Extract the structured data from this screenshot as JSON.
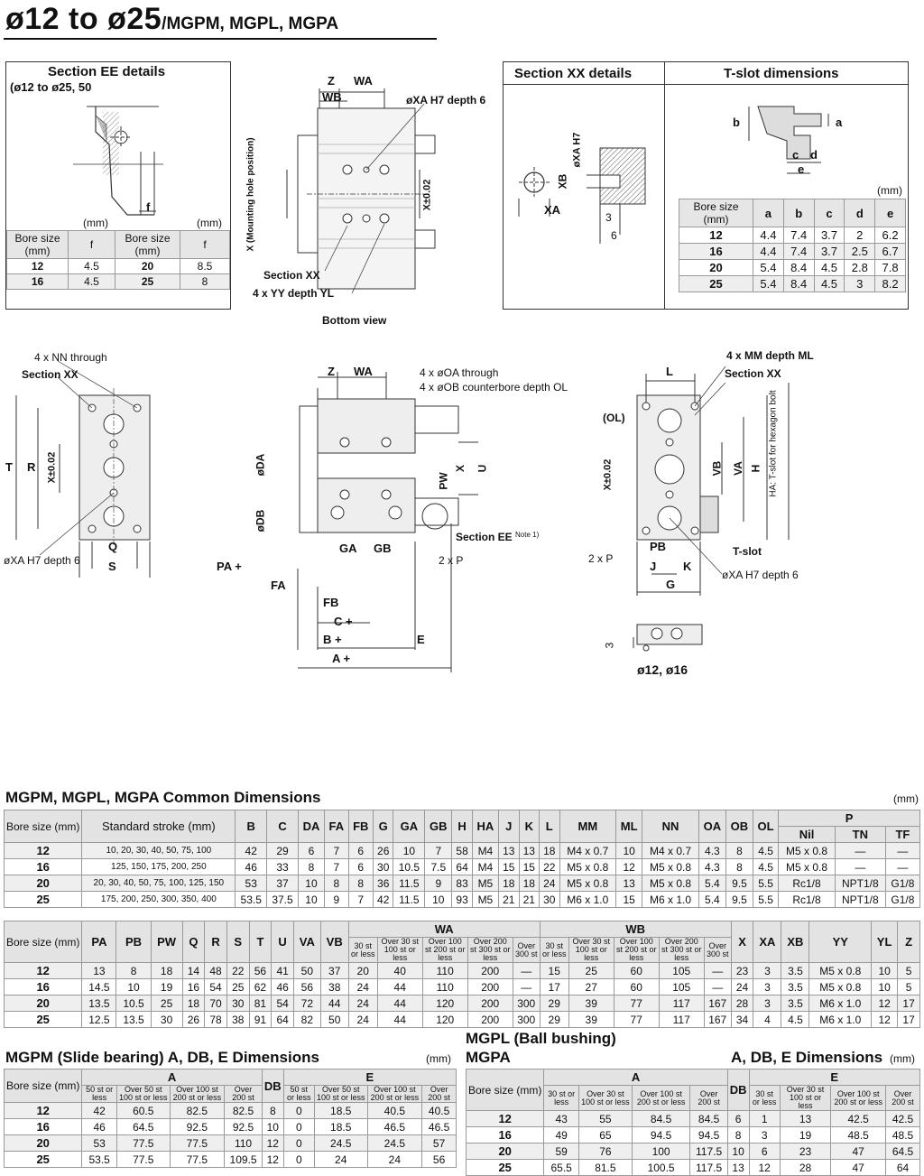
{
  "title": {
    "main": "ø12 to ø25",
    "sub": "/MGPM, MGPL, MGPA"
  },
  "ee": {
    "heading": "Section EE details",
    "subheading": "(ø12 to ø25, 50",
    "f_label": "f",
    "unit": "(mm)",
    "headers": [
      "Bore size (mm)",
      "f",
      "Bore size (mm)",
      "f"
    ],
    "rows": [
      [
        "12",
        "4.5",
        "20",
        "8.5"
      ],
      [
        "16",
        "4.5",
        "25",
        "8"
      ]
    ]
  },
  "bottom_view": {
    "Z": "Z",
    "WA": "WA",
    "WB": "WB",
    "xa": "øXA H7 depth 6",
    "x_side": "X (Mounting hole position)",
    "x_tol": "X±0.02",
    "section_xx": "Section XX",
    "yy": "4 x YY depth YL",
    "caption": "Bottom view"
  },
  "xx": {
    "heading": "Section XX details",
    "xa": "øXA H7",
    "xb": "XB",
    "xa2": "XA",
    "d3": "3",
    "d6": "6"
  },
  "tslot": {
    "heading": "T-slot dimensions",
    "unit": "(mm)",
    "labels": [
      "b",
      "a",
      "c",
      "d",
      "e"
    ],
    "headers": [
      "Bore size (mm)",
      "a",
      "b",
      "c",
      "d",
      "e"
    ],
    "rows": [
      [
        "12",
        "4.4",
        "7.4",
        "3.7",
        "2",
        "6.2"
      ],
      [
        "16",
        "4.4",
        "7.4",
        "3.7",
        "2.5",
        "6.7"
      ],
      [
        "20",
        "5.4",
        "8.4",
        "4.5",
        "2.8",
        "7.8"
      ],
      [
        "25",
        "5.4",
        "8.4",
        "4.5",
        "3",
        "8.2"
      ]
    ]
  },
  "left_view": {
    "nn": "4 x NN through",
    "sxx": "Section XX",
    "T": "T",
    "R": "R",
    "X": "X±0.02",
    "Q": "Q",
    "S": "S",
    "xa": "øXA H7 depth 6"
  },
  "mid_view": {
    "Z": "Z",
    "WA": "WA",
    "oa": "4 x øOA through",
    "ob": "4 x øOB counterbore depth OL",
    "DA": "øDA",
    "DB": "øDB",
    "PW": "PW",
    "X": "X",
    "U": "U",
    "GA": "GA",
    "GB": "GB",
    "ee": "Section EE",
    "note": "Note 1)",
    "P": "2 x P",
    "PA": "PA +",
    "FA": "FA",
    "FB": "FB",
    "C": "C +",
    "B": "B +",
    "A": "A +",
    "E": "E"
  },
  "right_view": {
    "L": "L",
    "mm": "4 x MM depth ML",
    "sxx": "Section XX",
    "OL": "(OL)",
    "X": "X±0.02",
    "VB": "VB",
    "VA": "VA",
    "H": "H",
    "HA": "HA: T-slot for hexagon bolt",
    "P": "2 x P",
    "PB": "PB",
    "J": "J",
    "K": "K",
    "G": "G",
    "tslot": "T-slot",
    "xa": "øXA H7 depth 6",
    "small_3": "3",
    "small_caption": "ø12, ø16"
  },
  "common": {
    "heading": "MGPM, MGPL, MGPA Common Dimensions",
    "unit": "(mm)",
    "headers1": [
      "Bore size (mm)",
      "Standard stroke (mm)",
      "B",
      "C",
      "DA",
      "FA",
      "FB",
      "G",
      "GA",
      "GB",
      "H",
      "HA",
      "J",
      "K",
      "L",
      "MM",
      "ML",
      "NN",
      "OA",
      "OB",
      "OL",
      "P"
    ],
    "p_sub": [
      "Nil",
      "TN",
      "TF"
    ],
    "rows1": [
      [
        "12",
        "10, 20, 30, 40, 50, 75, 100",
        "42",
        "29",
        "6",
        "7",
        "6",
        "26",
        "10",
        "7",
        "58",
        "M4",
        "13",
        "13",
        "18",
        "M4 x 0.7",
        "10",
        "M4 x 0.7",
        "4.3",
        "8",
        "4.5",
        "M5 x 0.8",
        "—",
        "—"
      ],
      [
        "16",
        "125, 150, 175, 200, 250",
        "46",
        "33",
        "8",
        "7",
        "6",
        "30",
        "10.5",
        "7.5",
        "64",
        "M4",
        "15",
        "15",
        "22",
        "M5 x 0.8",
        "12",
        "M5 x 0.8",
        "4.3",
        "8",
        "4.5",
        "M5 x 0.8",
        "—",
        "—"
      ],
      [
        "20",
        "20, 30, 40, 50, 75, 100, 125, 150",
        "53",
        "37",
        "10",
        "8",
        "8",
        "36",
        "11.5",
        "9",
        "83",
        "M5",
        "18",
        "18",
        "24",
        "M5 x 0.8",
        "13",
        "M5 x 0.8",
        "5.4",
        "9.5",
        "5.5",
        "Rc1/8",
        "NPT1/8",
        "G1/8"
      ],
      [
        "25",
        "175, 200, 250, 300, 350, 400",
        "53.5",
        "37.5",
        "10",
        "9",
        "7",
        "42",
        "11.5",
        "10",
        "93",
        "M5",
        "21",
        "21",
        "30",
        "M6 x 1.0",
        "15",
        "M6 x 1.0",
        "5.4",
        "9.5",
        "5.5",
        "Rc1/8",
        "NPT1/8",
        "G1/8"
      ]
    ],
    "headers2": [
      "Bore size (mm)",
      "PA",
      "PB",
      "PW",
      "Q",
      "R",
      "S",
      "T",
      "U",
      "VA",
      "VB",
      "WA",
      "WB",
      "X",
      "XA",
      "XB",
      "YY",
      "YL",
      "Z"
    ],
    "wa_sub": [
      "30 st or less",
      "Over 30 st 100 st or less",
      "Over 100 st 200 st or less",
      "Over 200 st 300 st or less",
      "Over 300 st"
    ],
    "rows2": [
      [
        "12",
        "13",
        "8",
        "18",
        "14",
        "48",
        "22",
        "56",
        "41",
        "50",
        "37",
        "20",
        "40",
        "110",
        "200",
        "—",
        "15",
        "25",
        "60",
        "105",
        "—",
        "23",
        "3",
        "3.5",
        "M5 x 0.8",
        "10",
        "5"
      ],
      [
        "16",
        "14.5",
        "10",
        "19",
        "16",
        "54",
        "25",
        "62",
        "46",
        "56",
        "38",
        "24",
        "44",
        "110",
        "200",
        "—",
        "17",
        "27",
        "60",
        "105",
        "—",
        "24",
        "3",
        "3.5",
        "M5 x 0.8",
        "10",
        "5"
      ],
      [
        "20",
        "13.5",
        "10.5",
        "25",
        "18",
        "70",
        "30",
        "81",
        "54",
        "72",
        "44",
        "24",
        "44",
        "120",
        "200",
        "300",
        "29",
        "39",
        "77",
        "117",
        "167",
        "28",
        "3",
        "3.5",
        "M6 x 1.0",
        "12",
        "17"
      ],
      [
        "25",
        "12.5",
        "13.5",
        "30",
        "26",
        "78",
        "38",
        "91",
        "64",
        "82",
        "50",
        "24",
        "44",
        "120",
        "200",
        "300",
        "29",
        "39",
        "77",
        "117",
        "167",
        "34",
        "4",
        "4.5",
        "M6 x 1.0",
        "12",
        "17"
      ]
    ]
  },
  "mgpm": {
    "heading": "MGPM (Slide bearing) A, DB, E Dimensions",
    "unit": "(mm)",
    "headers": [
      "Bore size (mm)",
      "A",
      "DB",
      "E"
    ],
    "sub": [
      "50 st or less",
      "Over 50 st 100 st or less",
      "Over 100 st 200 st or less",
      "Over 200 st"
    ],
    "rows": [
      [
        "12",
        "42",
        "60.5",
        "82.5",
        "82.5",
        "8",
        "0",
        "18.5",
        "40.5",
        "40.5"
      ],
      [
        "16",
        "46",
        "64.5",
        "92.5",
        "92.5",
        "10",
        "0",
        "18.5",
        "46.5",
        "46.5"
      ],
      [
        "20",
        "53",
        "77.5",
        "77.5",
        "110",
        "12",
        "0",
        "24.5",
        "24.5",
        "57"
      ],
      [
        "25",
        "53.5",
        "77.5",
        "77.5",
        "109.5",
        "12",
        "0",
        "24",
        "24",
        "56"
      ]
    ]
  },
  "mgpl": {
    "heading1": "MGPL (Ball bushing)",
    "heading2": "MGPA",
    "heading3": "A, DB, E Dimensions",
    "unit": "(mm)",
    "headers": [
      "Bore size (mm)",
      "A",
      "DB",
      "E"
    ],
    "sub": [
      "30 st or less",
      "Over 30 st 100 st or less",
      "Over 100 st 200 st or less",
      "Over 200 st"
    ],
    "rows": [
      [
        "12",
        "43",
        "55",
        "84.5",
        "84.5",
        "6",
        "1",
        "13",
        "42.5",
        "42.5"
      ],
      [
        "16",
        "49",
        "65",
        "94.5",
        "94.5",
        "8",
        "3",
        "19",
        "48.5",
        "48.5"
      ],
      [
        "20",
        "59",
        "76",
        "100",
        "117.5",
        "10",
        "6",
        "23",
        "47",
        "64.5"
      ],
      [
        "25",
        "65.5",
        "81.5",
        "100.5",
        "117.5",
        "13",
        "12",
        "28",
        "47",
        "64"
      ]
    ]
  }
}
